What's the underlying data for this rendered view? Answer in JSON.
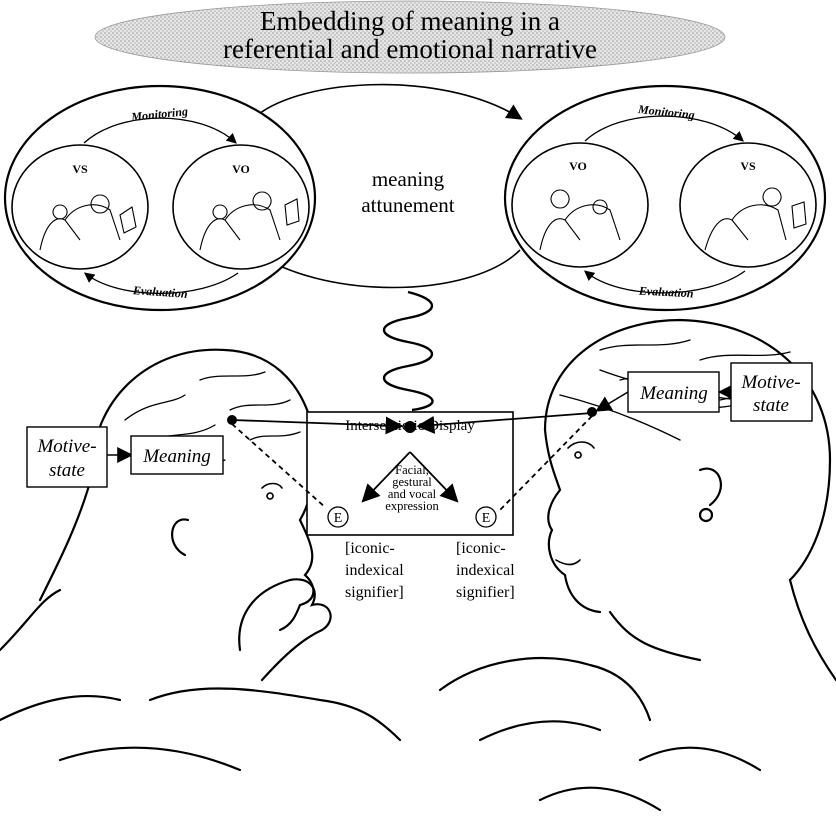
{
  "title": {
    "line1": "Embedding of meaning in a",
    "line2": "referential and emotional narrative"
  },
  "left_cycle": {
    "top_label": "Monitoring",
    "bottom_label": "Evaluation",
    "left_node": "VS",
    "right_node": "VO"
  },
  "right_cycle": {
    "top_label": "Monitoring",
    "bottom_label": "Evaluation",
    "left_node": "VO",
    "right_node": "VS"
  },
  "center": {
    "line1": "meaning",
    "line2": "attunement"
  },
  "display": {
    "title": "Intersemiotic Display",
    "expr_line1": "Facial,",
    "expr_line2": "gestural",
    "expr_line3": "and vocal",
    "expr_line4": "expression"
  },
  "infant": {
    "motive_line1": "Motive-",
    "motive_line2": "state",
    "meaning": "Meaning"
  },
  "mother": {
    "motive_line1": "Motive-",
    "motive_line2": "state",
    "meaning": "Meaning"
  },
  "signifiers": {
    "e_left": "E",
    "e_right": "E",
    "left_line1": "[iconic-",
    "left_line2": "indexical",
    "left_line3": "signifier]",
    "right_line1": "[iconic-",
    "right_line2": "indexical",
    "right_line3": "signifier]"
  }
}
